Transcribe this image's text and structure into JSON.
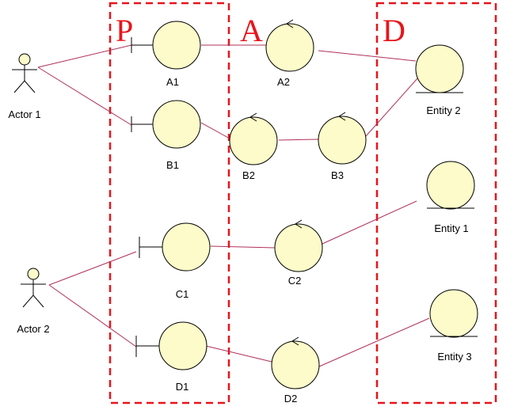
{
  "zones": {
    "p": "P",
    "a": "A",
    "d": "D"
  },
  "actors": {
    "actor1": "Actor 1",
    "actor2": "Actor 2"
  },
  "boundaries": {
    "a1": "A1",
    "b1": "B1",
    "c1": "C1",
    "d1": "D1"
  },
  "controls": {
    "a2": "A2",
    "b2": "B2",
    "b3": "B3",
    "c2": "C2",
    "d2": "D2"
  },
  "entities": {
    "entity1": "Entity 1",
    "entity2": "Entity 2",
    "entity3": "Entity 3"
  },
  "colors": {
    "zone_border": "#e8141b",
    "object_fill": "#fcfbc9",
    "link": "#b0305a"
  }
}
